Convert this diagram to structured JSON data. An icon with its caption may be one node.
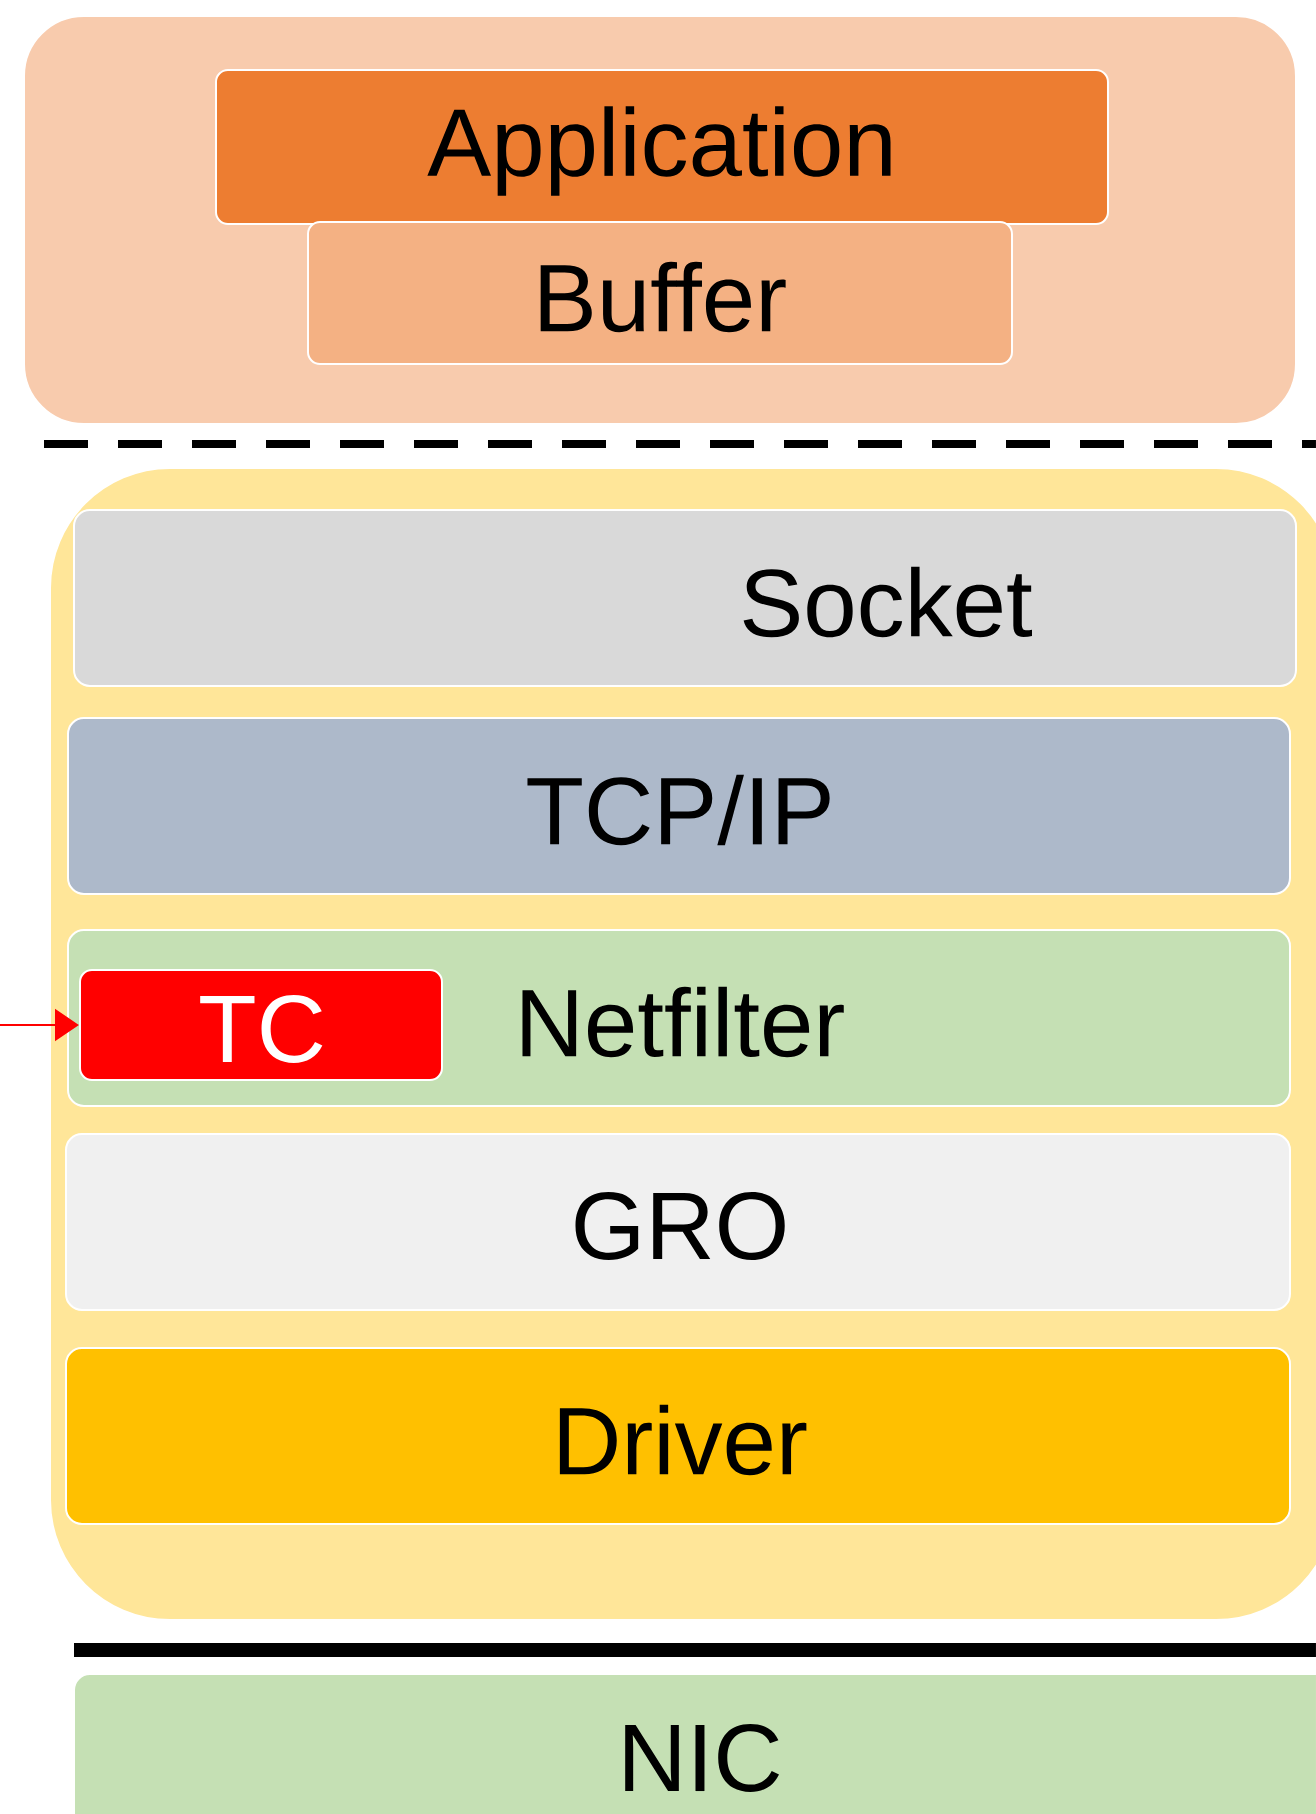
{
  "diagram": {
    "nodes": [
      {
        "text": [],
        "shape": "box"
      },
      {
        "text": [
          "Application"
        ],
        "in": 0
      },
      {
        "text": [
          "Buffer"
        ],
        "in": 0
      },
      {
        "text": [],
        "shape": "box"
      },
      {
        "text": [
          "Socket"
        ],
        "in": 3
      },
      {
        "text": [
          "TCP/IP"
        ],
        "in": 3
      },
      {
        "text": [
          "Netfilter"
        ],
        "in": 3
      },
      {
        "text": [
          "TC"
        ],
        "in": 6
      },
      {
        "text": [
          "GRO"
        ],
        "in": 3
      },
      {
        "text": [
          "Driver"
        ],
        "in": 3
      },
      {
        "text": [
          "NIC"
        ]
      }
    ],
    "edges": [
      {
        "from": null,
        "to": 7,
        "arrow": "to",
        "color": "#ff0000"
      }
    ]
  }
}
